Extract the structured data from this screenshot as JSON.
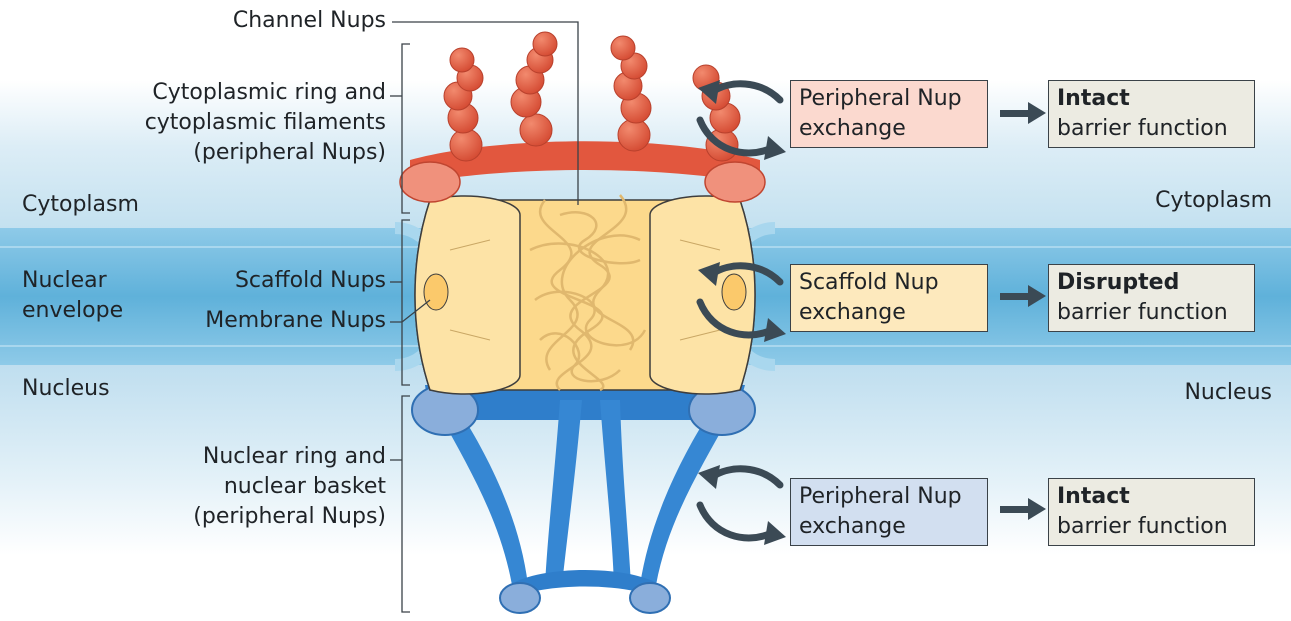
{
  "colors": {
    "cytoplasm_bg": "#cfe6f2",
    "envelope_bg": "#6fb9dd",
    "nucleus_bg": "#d6ecf6",
    "peripheral_red": "#e2573e",
    "scaffold_yellow": "#fcd98c",
    "basket_blue": "#2f7ecb",
    "arrow": "#3b4a55"
  },
  "labels": {
    "channel": "Channel Nups",
    "cyto_ring": [
      "Cytoplasmic ring and",
      "cytoplasmic filaments",
      "(peripheral Nups)"
    ],
    "scaffold": "Scaffold Nups",
    "membrane": "Membrane Nups",
    "nuclear_ring": [
      "Nuclear ring and",
      "nuclear basket",
      "(peripheral Nups)"
    ],
    "cytoplasm_left": "Cytoplasm",
    "cytoplasm_right": "Cytoplasm",
    "envelope": [
      "Nuclear",
      "envelope"
    ],
    "nucleus_left": "Nucleus",
    "nucleus_right": "Nucleus"
  },
  "exchanges": [
    {
      "line1": "Peripheral Nup",
      "line2": "exchange",
      "result_bold": "Intact",
      "result": "barrier function"
    },
    {
      "line1": "Scaffold Nup",
      "line2": "exchange",
      "result_bold": "Disrupted",
      "result": "barrier function"
    },
    {
      "line1": "Peripheral Nup",
      "line2": "exchange",
      "result_bold": "Intact",
      "result": "barrier function"
    }
  ]
}
